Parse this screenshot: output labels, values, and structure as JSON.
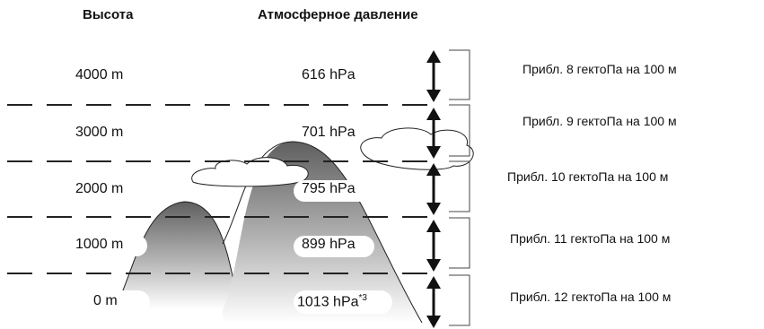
{
  "headers": {
    "altitude": "Высота",
    "pressure": "Атмосферное давление"
  },
  "levels": [
    {
      "altitude": "4000 m",
      "pressure": "616 hPa",
      "rate": "Прибл. 8 гектоПа на 100 м"
    },
    {
      "altitude": "3000 m",
      "pressure": "701 hPa",
      "rate": "Прибл. 9 гектоПа на 100 м"
    },
    {
      "altitude": "2000 m",
      "pressure": "795 hPa",
      "rate": "Прибл. 10 гектоПа на 100 м"
    },
    {
      "altitude": "1000 m",
      "pressure": "899 hPa",
      "rate": "Прибл. 11 гектоПа на 100 м"
    },
    {
      "altitude": "0 m",
      "pressure": "1013 hPa",
      "pressure_note": "*3",
      "rate": "Прибл. 12 гектоПа на 100 м"
    }
  ]
}
